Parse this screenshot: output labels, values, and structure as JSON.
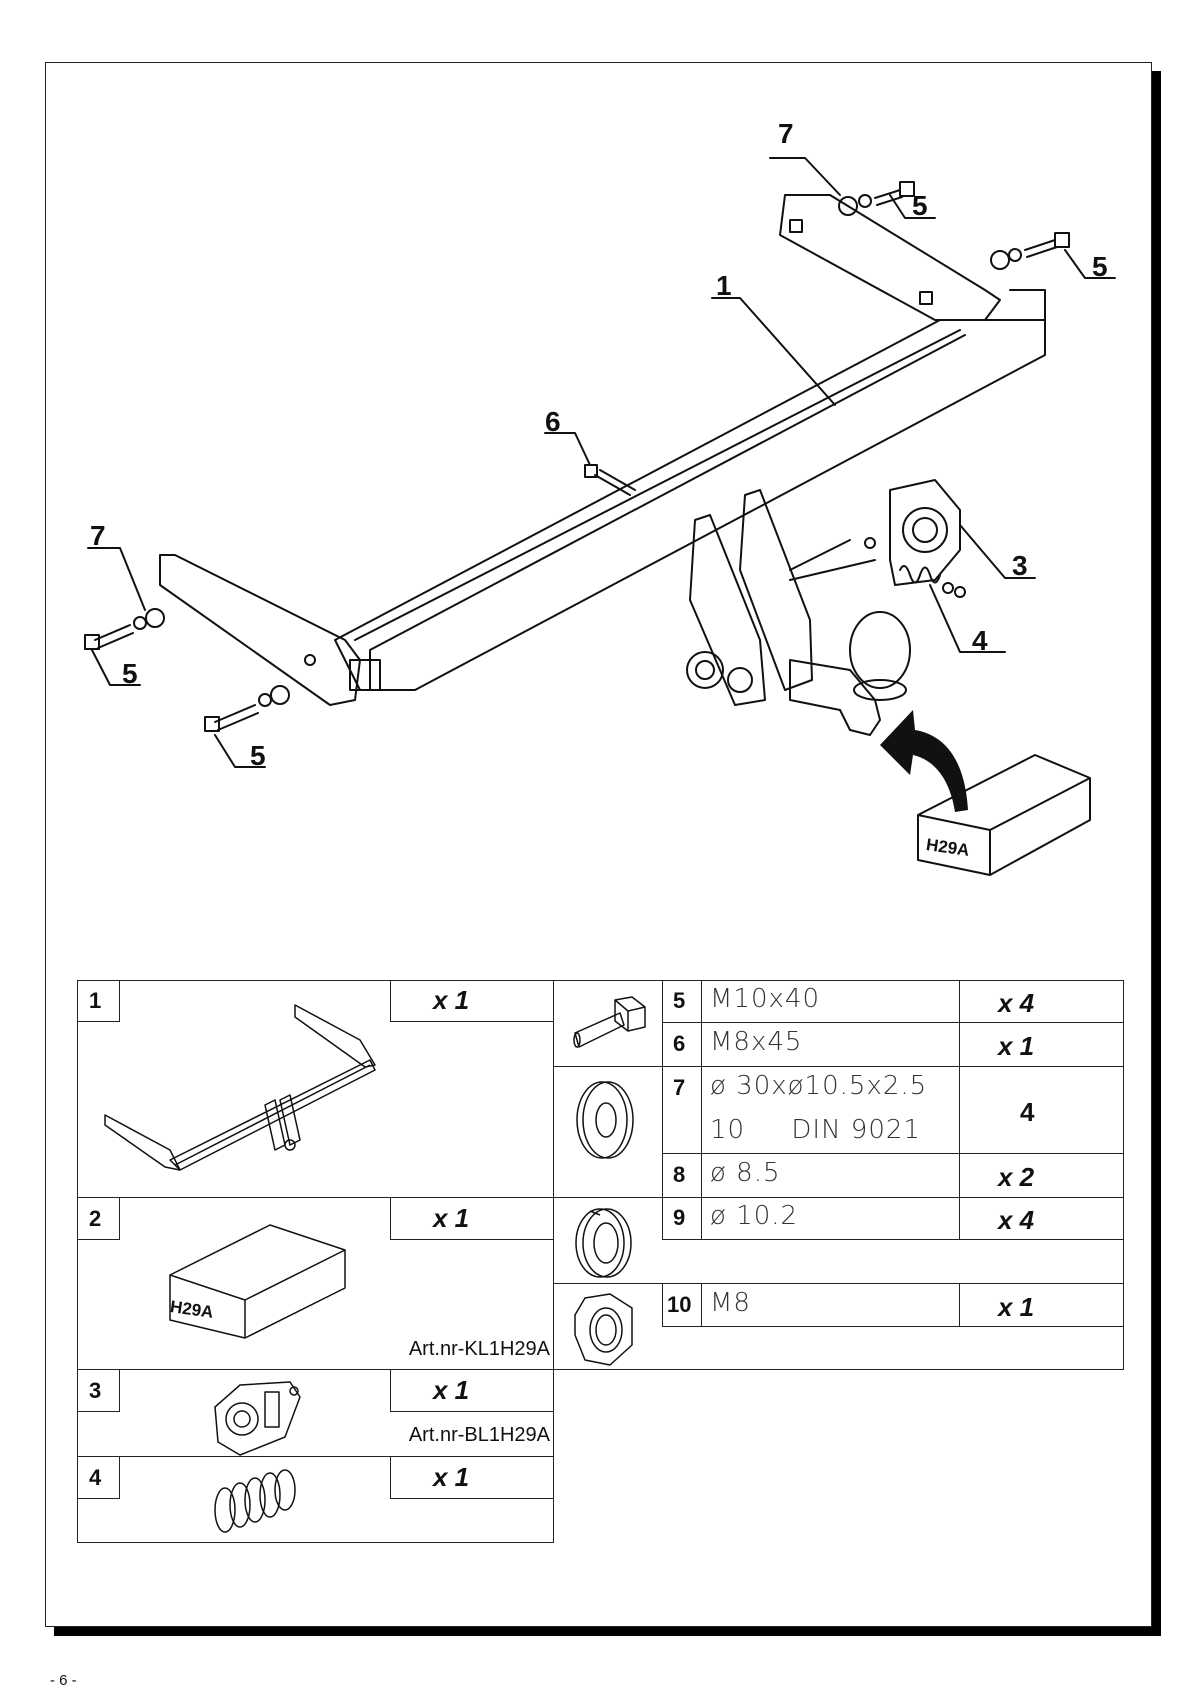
{
  "diagram": {
    "callouts": [
      "7",
      "5",
      "5",
      "1",
      "6",
      "7",
      "3",
      "4",
      "5",
      "5"
    ],
    "box_label": "H29A"
  },
  "parts_left": [
    {
      "no": "1",
      "qty": "x 1",
      "art": ""
    },
    {
      "no": "2",
      "qty": "x 1",
      "art": "Art.nr-KL1H29A",
      "box_label": "H29A"
    },
    {
      "no": "3",
      "qty": "x 1",
      "art": "Art.nr-BL1H29A"
    },
    {
      "no": "4",
      "qty": "x 1",
      "art": ""
    }
  ],
  "parts_right": [
    {
      "no": "5",
      "spec": "M10x40",
      "qty": "x 4"
    },
    {
      "no": "6",
      "spec": "M8x45",
      "qty": "x 1"
    },
    {
      "no": "7",
      "spec": "ø 30xø10.5x2.5",
      "spec2": "10     DIN 9021",
      "qty": "4"
    },
    {
      "no": "8",
      "spec": "ø 8.5",
      "qty": "x 2"
    },
    {
      "no": "9",
      "spec": "ø 10.2",
      "qty": "x 4"
    },
    {
      "no": "10",
      "spec": "M8",
      "qty": "x 1"
    }
  ],
  "footer": {
    "page": "- 6 -"
  }
}
